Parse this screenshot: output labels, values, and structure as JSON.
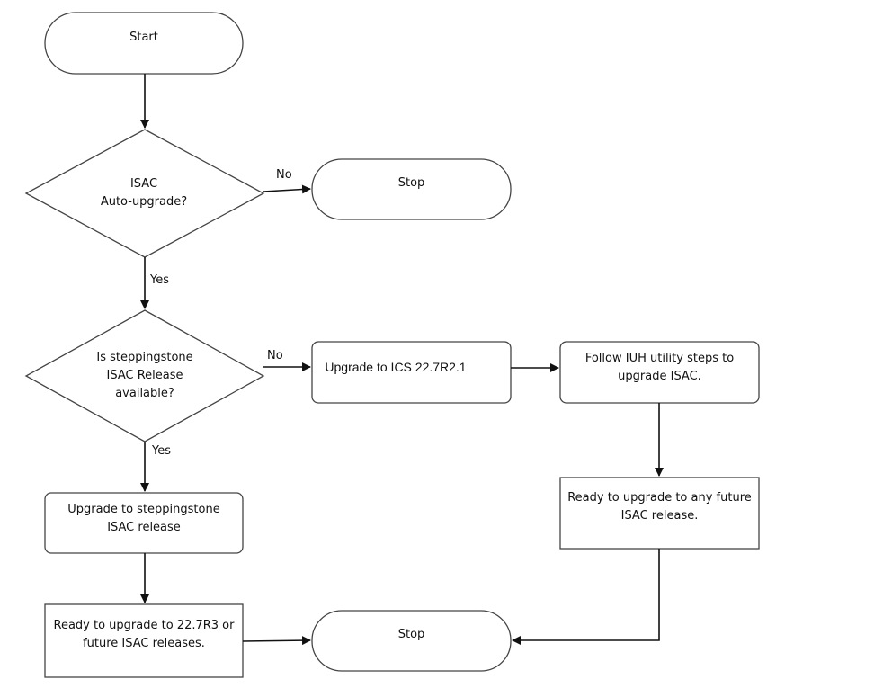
{
  "flowchart": {
    "start": "Start",
    "decision_autoupgrade": "ISAC\nAuto-upgrade?",
    "stop_top": "Stop",
    "decision_steppingstone": "Is steppingstone\nISAC Release\navailable?",
    "upgrade_ics": "Upgrade to ICS 22.7R2.1",
    "follow_iuh": "Follow IUH utility steps to\nupgrade ISAC.",
    "upgrade_steppingstone": "Upgrade to steppingstone\nISAC release",
    "ready_future": "Ready to upgrade to any future\nISAC release.",
    "ready_r3": "Ready to upgrade to 22.7R3 or\nfuture ISAC releases.",
    "stop_bottom": "Stop",
    "edge_no_1": "No",
    "edge_yes_1": "Yes",
    "edge_no_2": "No",
    "edge_yes_2": "Yes"
  }
}
